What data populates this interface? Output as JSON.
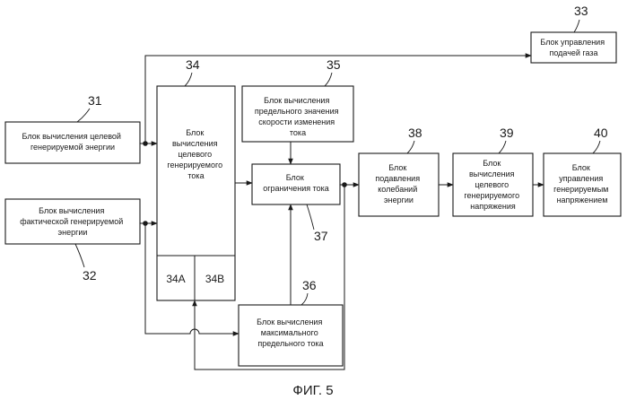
{
  "figure": {
    "caption": "ФИГ. 5"
  },
  "blocks": {
    "b31": {
      "ref": "31",
      "lines": [
        "Блок вычисления целевой",
        "генерируемой энергии"
      ]
    },
    "b32": {
      "ref": "32",
      "lines": [
        "Блок вычисления",
        "фактической генерируемой",
        "энергии"
      ]
    },
    "b33": {
      "ref": "33",
      "lines": [
        "Блок управления",
        "подачей газа"
      ]
    },
    "b34": {
      "ref": "34",
      "lines": [
        "Блок",
        "вычисления",
        "целевого",
        "генерируемого",
        "тока"
      ],
      "sub_a": "34A",
      "sub_b": "34B"
    },
    "b35": {
      "ref": "35",
      "lines": [
        "Блок вычисления",
        "предельного значения",
        "скорости изменения",
        "тока"
      ]
    },
    "b36": {
      "ref": "36",
      "lines": [
        "Блок вычисления",
        "максимального",
        "предельного тока"
      ]
    },
    "b37": {
      "ref": "37",
      "lines": [
        "Блок",
        "ограничения тока"
      ]
    },
    "b38": {
      "ref": "38",
      "lines": [
        "Блок",
        "подавления",
        "колебаний",
        "энергии"
      ]
    },
    "b39": {
      "ref": "39",
      "lines": [
        "Блок",
        "вычисления",
        "целевого",
        "генерируемого",
        "напряжения"
      ]
    },
    "b40": {
      "ref": "40",
      "lines": [
        "Блок",
        "управления",
        "генерируемым",
        "напряжением"
      ]
    }
  }
}
